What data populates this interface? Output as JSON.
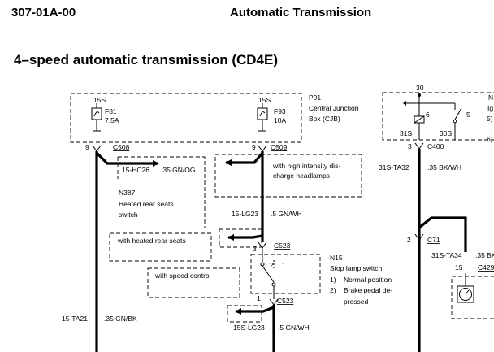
{
  "header": {
    "doc_id": "307-01A-00",
    "title": "Automatic Transmission"
  },
  "section_title": "4–speed automatic transmission (CD4E)",
  "cjb": {
    "ref": "P91",
    "name_line1": "Central Junction",
    "name_line2": "Box (CJB)",
    "fuse1": {
      "circuit": "15S",
      "id": "F81",
      "rating": "7.5A",
      "pin": "9",
      "connector": "C508"
    },
    "fuse2": {
      "circuit": "15S",
      "id": "F93",
      "rating": "10A",
      "pin": "9",
      "connector": "C509"
    }
  },
  "heated_seats": {
    "wire_circuit": "15-HC26",
    "wire_spec": ".35 GN/OG",
    "ref": "N387",
    "name_line1": "Heated rear seats",
    "name_line2": "switch",
    "option": "with heated rear seats"
  },
  "headlamps": {
    "option_line1": "with high intensity dis-",
    "option_line2": "charge headlamps"
  },
  "stop_lamp": {
    "wire_in_circuit": "15-LG23",
    "wire_in_spec": ".5 GN/WH",
    "pin_in": "3",
    "connector_in": "C523",
    "ref": "N15",
    "name": "Stop lamp switch",
    "contact_2": "2",
    "contact_1": "1",
    "note_1_num": "1)",
    "note_1_text": "Normal position",
    "note_2_num": "2)",
    "note_2_text_line1": "Brake pedal de-",
    "note_2_text_line2": "pressed",
    "pin_out": "1",
    "connector_out": "C523",
    "wire_out_circuit": "15S-LG23",
    "wire_out_spec": ".5 GN/WH"
  },
  "speed_control": {
    "option": "with speed control"
  },
  "left_wire": {
    "circuit": "15-TA21",
    "spec": ".35 GN/BK"
  },
  "relay": {
    "top_pin": "30",
    "terminal_6": "6",
    "terminal_5": "5",
    "out_left": "31S",
    "out_right": "30S",
    "pin": "3",
    "connector": "C400",
    "ref_partial": "N",
    "name_partial": "Ig",
    "note_partial_5": "5)",
    "note_partial_6": "6)"
  },
  "right_wire": {
    "circuit": "31S-TA32",
    "spec": ".35 BK/WH",
    "pin": "2",
    "connector": "C71",
    "circuit_2": "31S-TA34",
    "spec_2_partial": ".35 BK",
    "pin_15": "15",
    "connector_15_partial": "C429"
  }
}
